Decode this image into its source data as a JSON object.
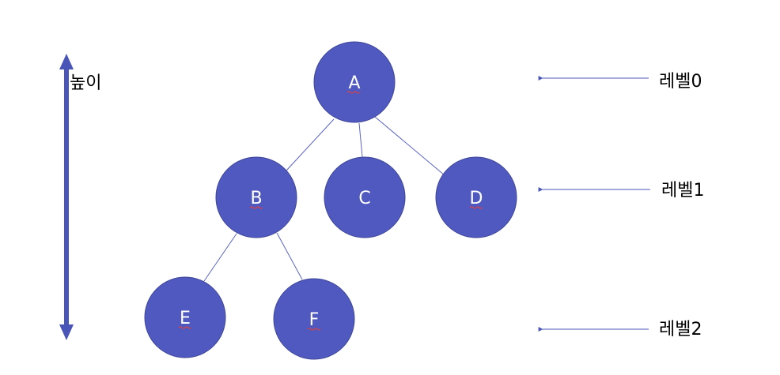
{
  "colors": {
    "node_fill": "#5059c0",
    "node_stroke": "#3f4796",
    "edge": "#5b63c4",
    "arrow": "#4a55b8",
    "label_text": "#ffffff",
    "side_text": "#000000"
  },
  "tree": {
    "nodes": {
      "a": {
        "label": "A",
        "level": 0
      },
      "b": {
        "label": "B",
        "level": 1
      },
      "c": {
        "label": "C",
        "level": 1
      },
      "d": {
        "label": "D",
        "level": 1
      },
      "e": {
        "label": "E",
        "level": 2
      },
      "f": {
        "label": "F",
        "level": 2
      }
    },
    "edges": [
      {
        "from": "A",
        "to": "B"
      },
      {
        "from": "A",
        "to": "C"
      },
      {
        "from": "A",
        "to": "D"
      },
      {
        "from": "B",
        "to": "E"
      },
      {
        "from": "B",
        "to": "F"
      }
    ]
  },
  "height_label": "높이",
  "levels": {
    "level0": "레벨0",
    "level1": "레벨1",
    "level2": "레벨2"
  }
}
